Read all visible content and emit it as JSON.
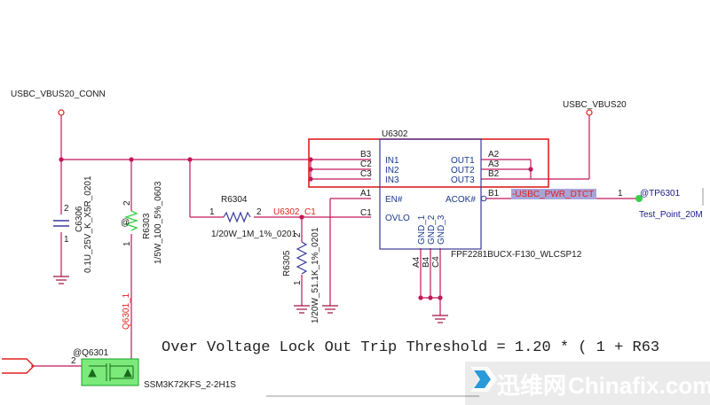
{
  "nets": {
    "usbc_vbus20_conn": "USBC_VBUS20_CONN",
    "usbc_vbus20": "USBC_VBUS20",
    "u6302_c1": "U6302_C1",
    "usbc_pwr_dtct": "-USBC_PWR_DTCT",
    "q6301_1": "Q6301_1"
  },
  "u6302": {
    "ref": "U6302",
    "part": "FPF2281BUCX-F130_WLCSP12",
    "pins_left": [
      {
        "num": "B3",
        "name": "IN1"
      },
      {
        "num": "C2",
        "name": "IN2"
      },
      {
        "num": "C3",
        "name": "IN3"
      },
      {
        "num": "A1",
        "name": "EN#"
      },
      {
        "num": "C1",
        "name": "OVLO"
      }
    ],
    "pins_right": [
      {
        "num": "A2",
        "name": "OUT1"
      },
      {
        "num": "A3",
        "name": "OUT2"
      },
      {
        "num": "B2",
        "name": "OUT3"
      },
      {
        "num": "B1",
        "name": "ACOK#"
      }
    ],
    "pins_bottom": [
      {
        "num": "A4",
        "name": "GND_1"
      },
      {
        "num": "B4",
        "name": "GND_2"
      },
      {
        "num": "C4",
        "name": "GND_3"
      }
    ]
  },
  "c6306": {
    "ref": "C6306",
    "value": "0.1U_25V_K_X5R_0201",
    "pin1": "1",
    "pin2": "2"
  },
  "r6303": {
    "ref": "R6303",
    "value": "1/5W_100_5%_0603",
    "pin1": "1",
    "pin2": "2",
    "at": "@"
  },
  "r6304": {
    "ref": "R6304",
    "value": "1/20W_1M_1%_0201",
    "pin1": "1",
    "pin2": "2"
  },
  "r6305": {
    "ref": "R6305",
    "value": "1/20W_51.1K_1%_0201",
    "pin1": "1",
    "pin2": "2"
  },
  "tp6301": {
    "ref": "@TP6301",
    "value": "Test_Point_20M",
    "pin": "1"
  },
  "q6301": {
    "ref": "@Q6301",
    "part": "SSM3K72KFS_2-2H1S",
    "pin": "2"
  },
  "note": "Over Voltage Lock Out Trip Threshold = 1.20 * ( 1 + R63",
  "watermark": {
    "cn": "迅维网",
    "en": "Chinafix.com"
  },
  "colors": {
    "wire": "#c2185b",
    "highlight": "#e0201e",
    "body": "#3a3a9a",
    "ground": "#a01040",
    "net_highlight_bg": "#a9a4d8",
    "q_fill": "#55e05a"
  }
}
